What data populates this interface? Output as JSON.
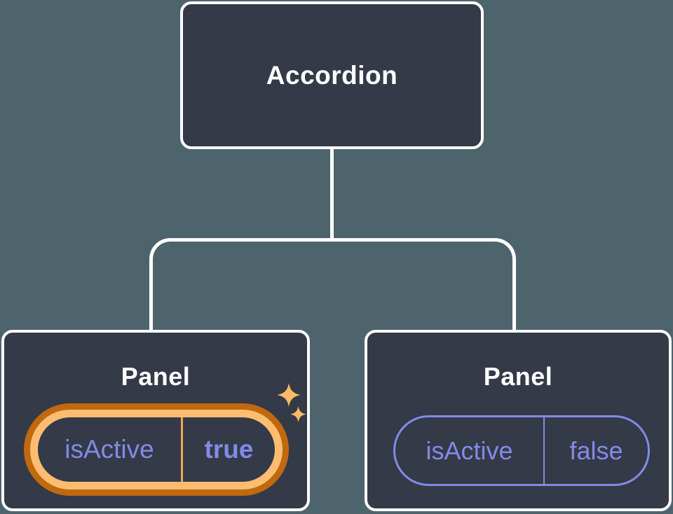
{
  "theme": {
    "bg": "#4e646c",
    "node_fill": "#343a47",
    "node_stroke": "#ffffff",
    "text_white": "#ffffff",
    "purple": "#828ae8",
    "orange_dark": "#c0690e",
    "orange_light": "#fcbd72",
    "orange_divider": "#eca853",
    "sparkle": "#fbba66"
  },
  "tree": {
    "root": {
      "label": "Accordion"
    },
    "children": [
      {
        "label": "Panel",
        "highlighted": true,
        "state": {
          "key": "isActive",
          "value": "true"
        }
      },
      {
        "label": "Panel",
        "highlighted": false,
        "state": {
          "key": "isActive",
          "value": "false"
        }
      }
    ]
  }
}
